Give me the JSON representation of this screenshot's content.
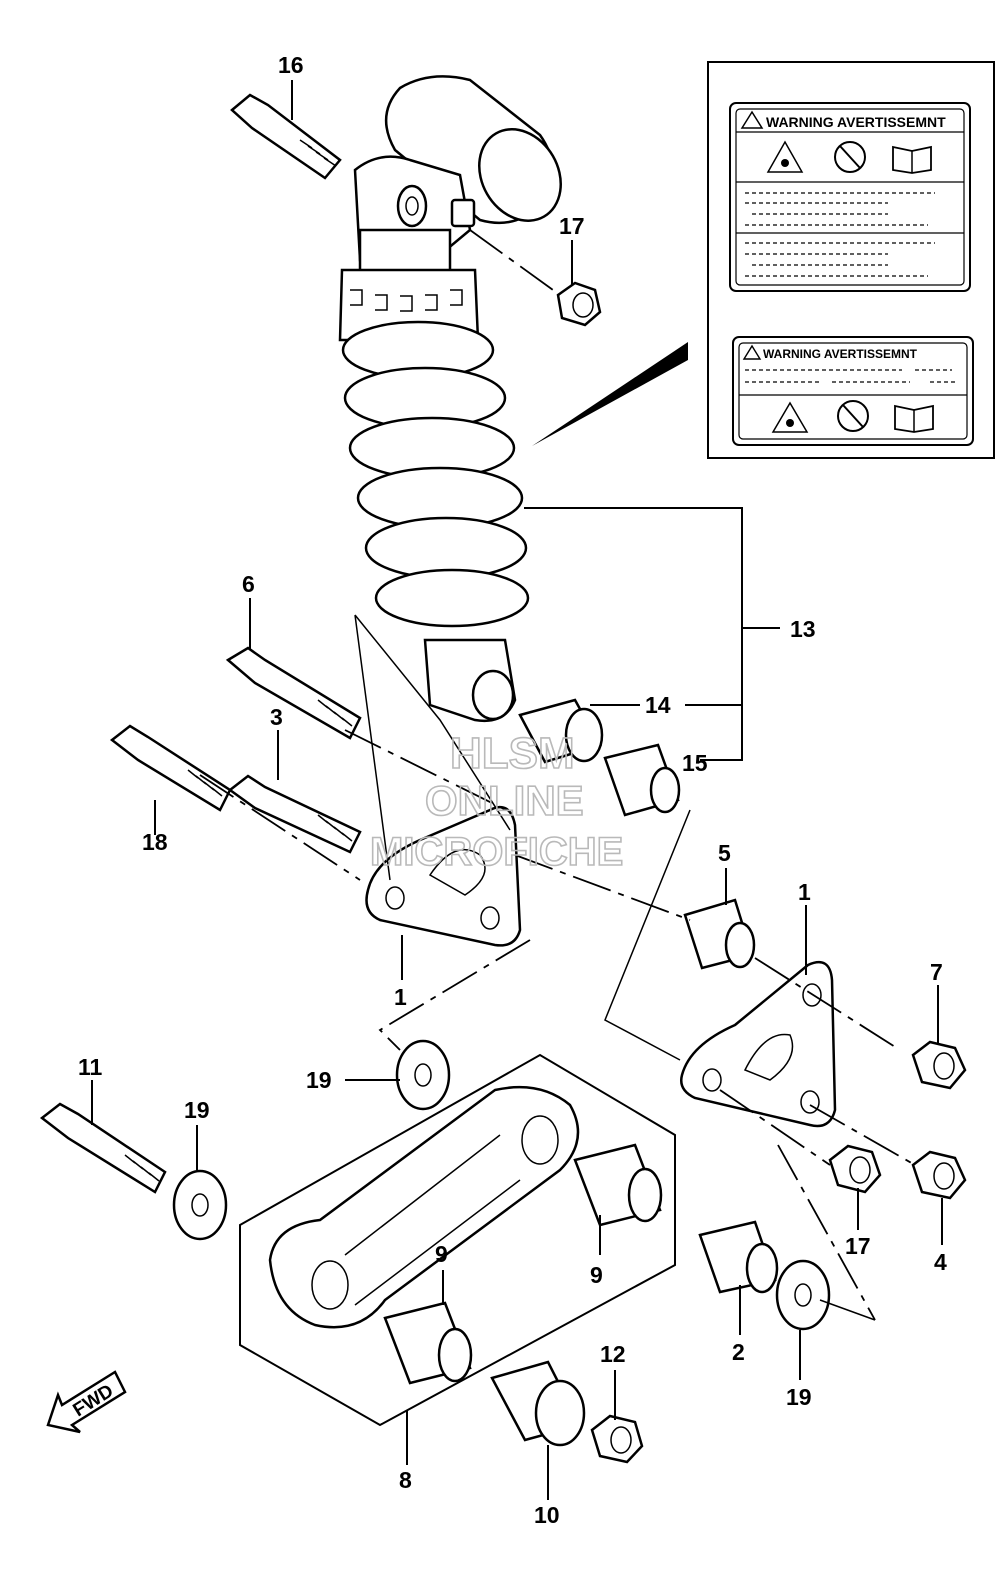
{
  "callouts": {
    "c1a": "1",
    "c1b": "1",
    "c2": "2",
    "c3": "3",
    "c4": "4",
    "c5": "5",
    "c6": "6",
    "c7": "7",
    "c8": "8",
    "c9a": "9",
    "c9b": "9",
    "c10": "10",
    "c11": "11",
    "c12": "12",
    "c13": "13",
    "c14": "14",
    "c15": "15",
    "c16": "16",
    "c17a": "17",
    "c17b": "17",
    "c18": "18",
    "c19a": "19",
    "c19b": "19",
    "c19c": "19"
  },
  "warning_labels": {
    "label1_title": "WARNING AVERTISSEMNT",
    "label2_title": "WARNING AVERTISSEMNT"
  },
  "watermark": {
    "line1": "HLSM",
    "line2": "ONLINE",
    "line3": "MICROFICHE"
  },
  "fwd_label": "FWD"
}
